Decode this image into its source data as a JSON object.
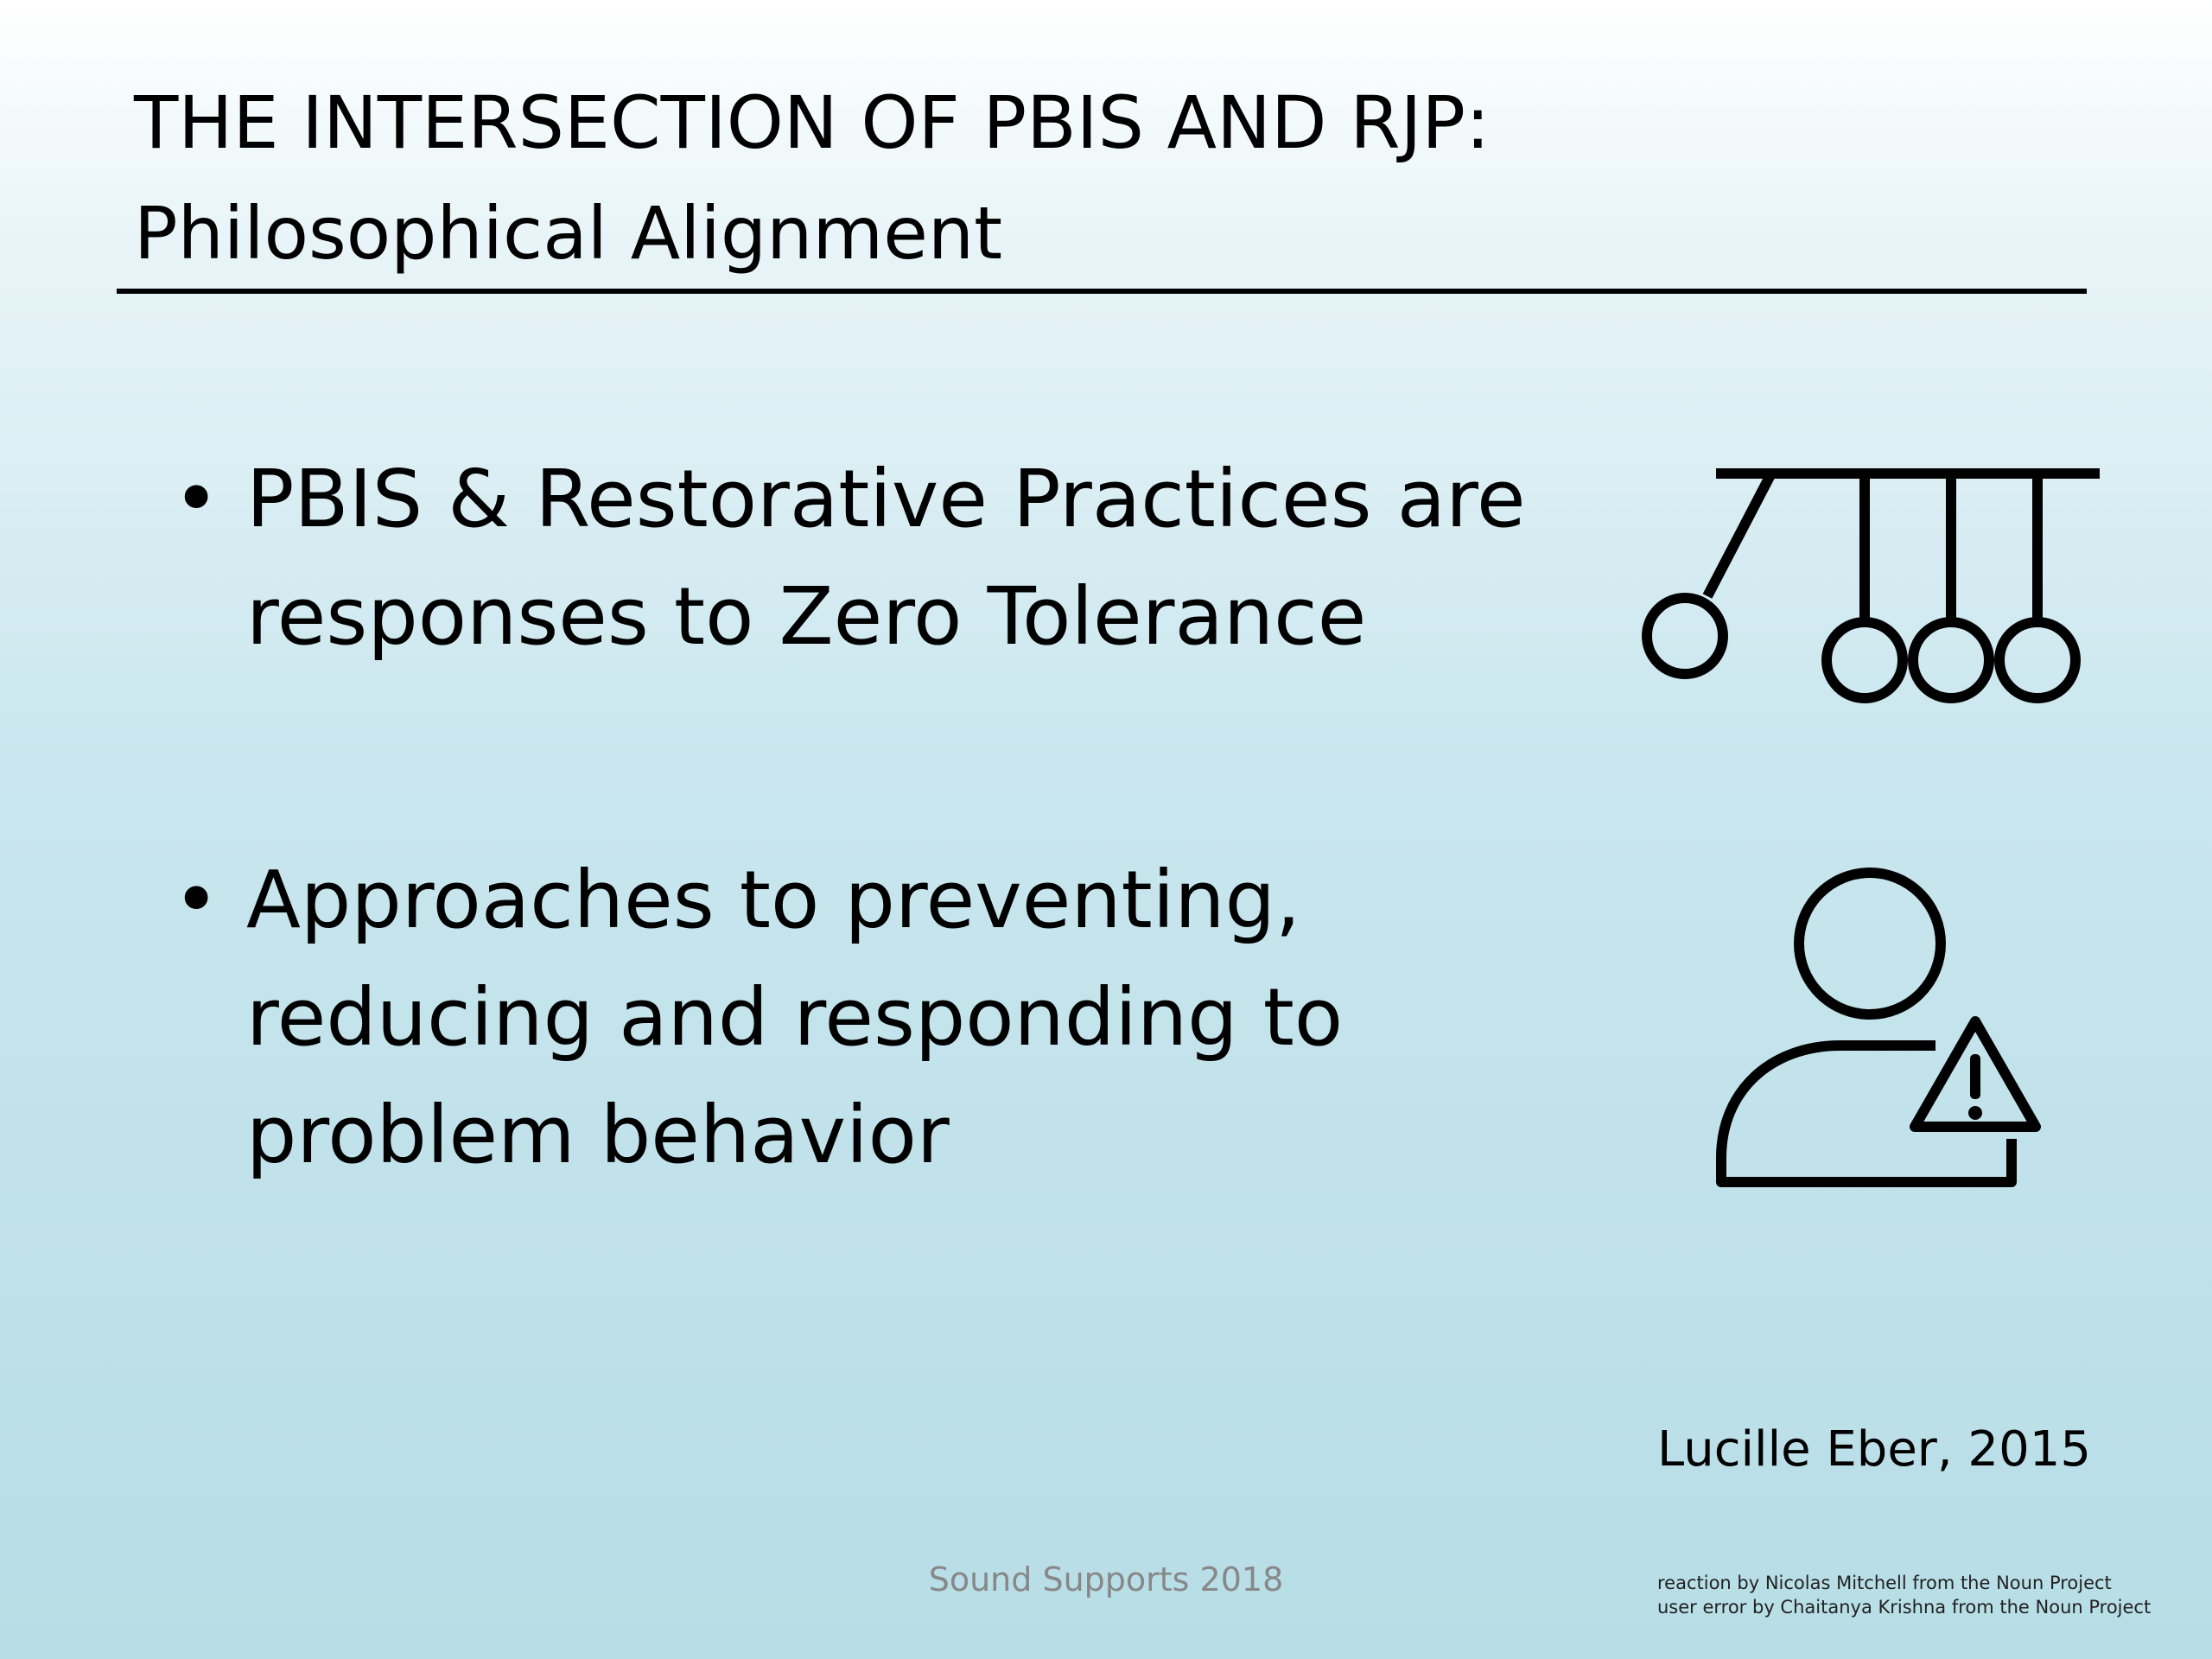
{
  "slide": {
    "title_line1": "THE INTERSECTION OF PBIS AND RJP:",
    "title_line2": "Philosophical Alignment",
    "bullets": [
      {
        "marker": "•",
        "text": "PBIS & Restorative Practices are\nresponses to Zero Tolerance",
        "icon": "newtons-cradle-icon"
      },
      {
        "marker": "•",
        "text": "Approaches to preventing,\nreducing and responding to\nproblem behavior",
        "icon": "user-warning-icon"
      }
    ],
    "citation": "Lucille Eber, 2015",
    "footer": "Sound Supports 2018",
    "credits": [
      "reaction by Nicolas Mitchell from the Noun Project",
      "user error by Chaitanya Krishna from the Noun Project"
    ]
  },
  "colors": {
    "background_top": "#ffffff",
    "background_bottom": "#b7dde6",
    "text": "#000000",
    "footer_text": "#888888"
  }
}
